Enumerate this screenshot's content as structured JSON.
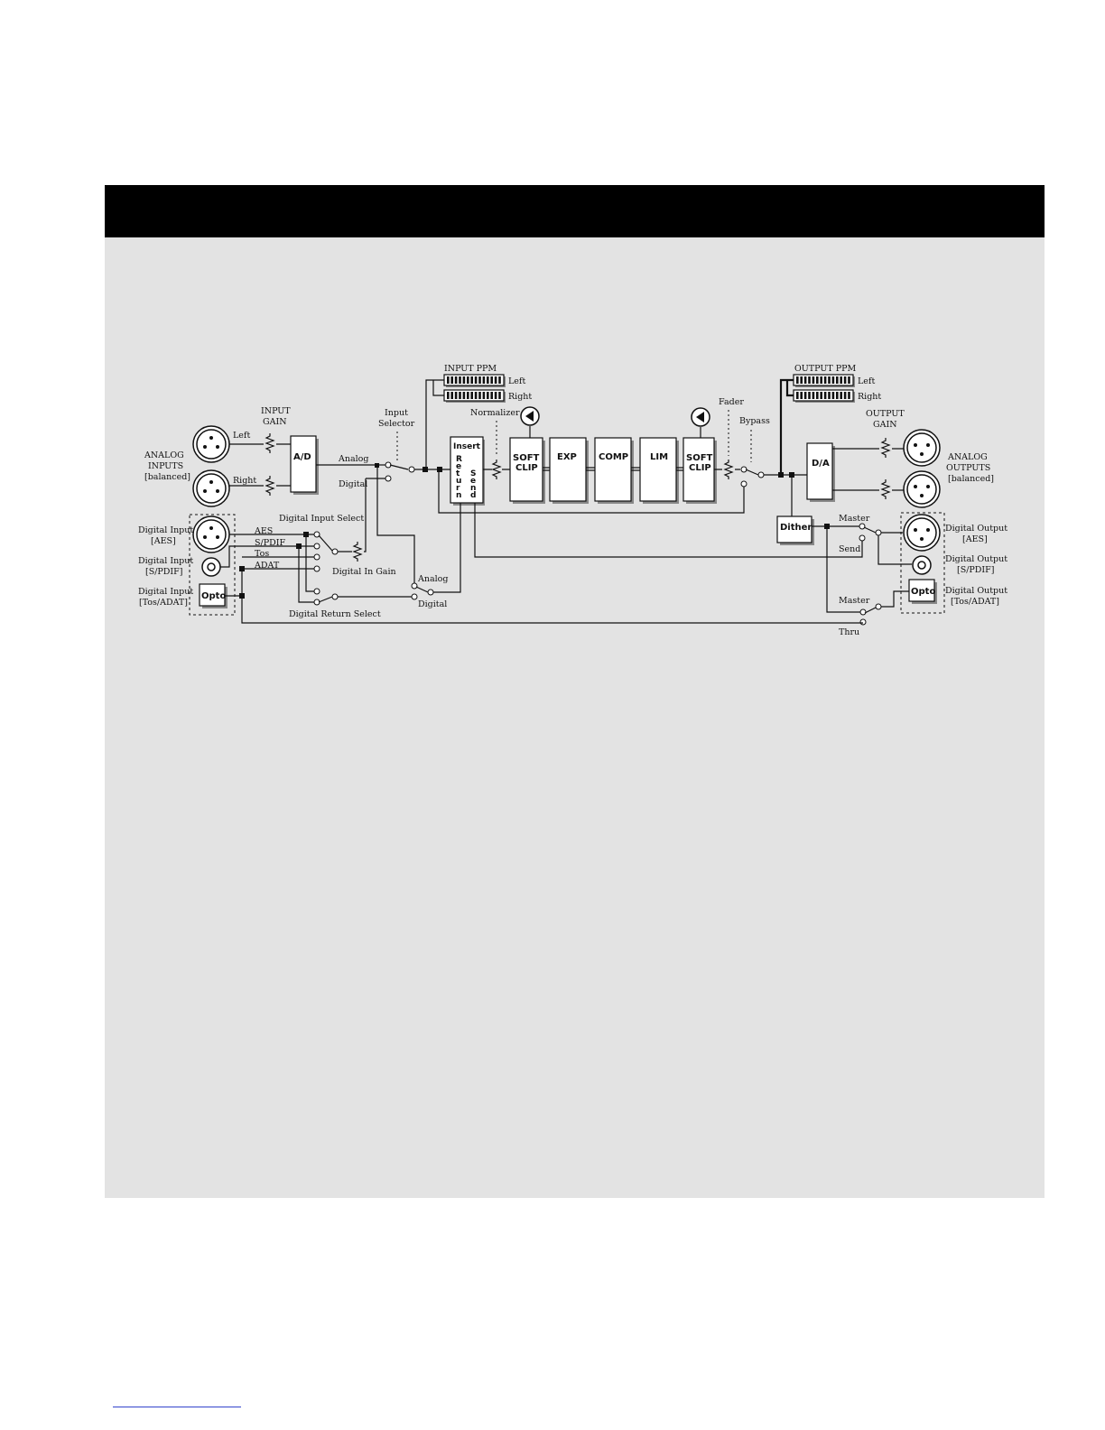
{
  "diagram": {
    "ppm_in": {
      "title": "INPUT PPM",
      "left": "Left",
      "right": "Right"
    },
    "ppm_out": {
      "title": "OUTPUT PPM",
      "left": "Left",
      "right": "Right"
    },
    "analog_inputs": {
      "line1": "ANALOG",
      "line2": "INPUTS",
      "line3": "[balanced]",
      "left": "Left",
      "right": "Right"
    },
    "input_gain": {
      "line1": "INPUT",
      "line2": "GAIN"
    },
    "ad": "A/D",
    "input_selector": {
      "line1": "Input",
      "line2": "Selector",
      "analog": "Analog",
      "digital": "Digital"
    },
    "normalizer": "Normalizer",
    "insert": {
      "title": "Insert",
      "return": [
        "R",
        "e",
        "t",
        "u",
        "r",
        "n"
      ],
      "send": [
        "S",
        "e",
        "n",
        "d"
      ]
    },
    "blocks": {
      "soft_clip_1": [
        "SOFT",
        "CLIP"
      ],
      "exp": "EXP",
      "comp": "COMP",
      "lim": "LIM",
      "soft_clip_2": [
        "SOFT",
        "CLIP"
      ]
    },
    "fader": "Fader",
    "bypass": "Bypass",
    "output_gain": {
      "line1": "OUTPUT",
      "line2": "GAIN"
    },
    "da": "D/A",
    "analog_outputs": {
      "line1": "ANALOG",
      "line2": "OUTPUTS",
      "line3": "[balanced]"
    },
    "dither": "Dither",
    "digital_inputs": {
      "aes": [
        "Digital Input",
        "[AES]"
      ],
      "spdif": [
        "Digital Input",
        "[S/PDIF]"
      ],
      "tos": [
        "Digital Input",
        "[Tos/ADAT]"
      ],
      "opto": "Opto"
    },
    "digital_input_select": {
      "title": "Digital Input Select",
      "aes": "AES",
      "spdif": "S/PDIF",
      "tos": "Tos",
      "adat": "ADAT"
    },
    "digital_in_gain": "Digital In Gain",
    "return_switch": {
      "analog": "Analog",
      "digital": "Digital"
    },
    "digital_return_select": "Digital Return Select",
    "digital_outputs": {
      "aes": [
        "Digital Output",
        "[AES]"
      ],
      "spdif": [
        "Digital Output",
        "[S/PDIF]"
      ],
      "tos": [
        "Digital Output",
        "[Tos/ADAT]"
      ],
      "opto": "Opto"
    },
    "out_switch_1": {
      "master": "Master",
      "send": "Send"
    },
    "out_switch_2": {
      "master": "Master",
      "thru": "Thru"
    }
  }
}
